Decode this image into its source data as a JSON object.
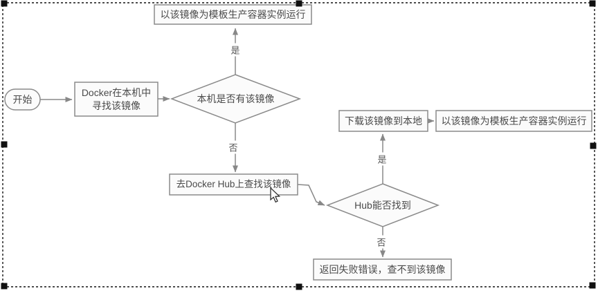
{
  "editor": {
    "selection": {
      "marquee_color": "#111111",
      "handle_color": "#111111",
      "handle_positions": [
        "top-left",
        "top-center",
        "top-right",
        "middle-left",
        "middle-right",
        "bottom-left",
        "bottom-center",
        "bottom-right"
      ]
    }
  },
  "icons": {
    "mouse_pointer": "arrow-cursor"
  },
  "flowchart": {
    "colors": {
      "shape_fill": "#fbfbfb",
      "shape_stroke": "#8a8a8a",
      "connector": "#888888",
      "text": "#4a4a4a"
    },
    "nodes": {
      "start": {
        "label": "开始"
      },
      "find_local": {
        "line1": "Docker在本机中",
        "line2": "寻找该镜像"
      },
      "has_image": {
        "label": "本机是否有该镜像"
      },
      "run_instance_top": {
        "label": "以该镜像为模板生产容器实例运行"
      },
      "search_hub": {
        "label": "去Docker Hub上查找该镜像"
      },
      "hub_found": {
        "label": "Hub能否找到"
      },
      "download": {
        "label": "下载该镜像到本地"
      },
      "run_instance_right": {
        "label": "以该镜像为模板生产容器实例运行"
      },
      "fail": {
        "label": "返回失败错误，查不到该镜像"
      }
    },
    "edge_labels": {
      "has_image_yes": "是",
      "has_image_no": "否",
      "hub_found_yes": "是",
      "hub_found_no": "否"
    }
  }
}
